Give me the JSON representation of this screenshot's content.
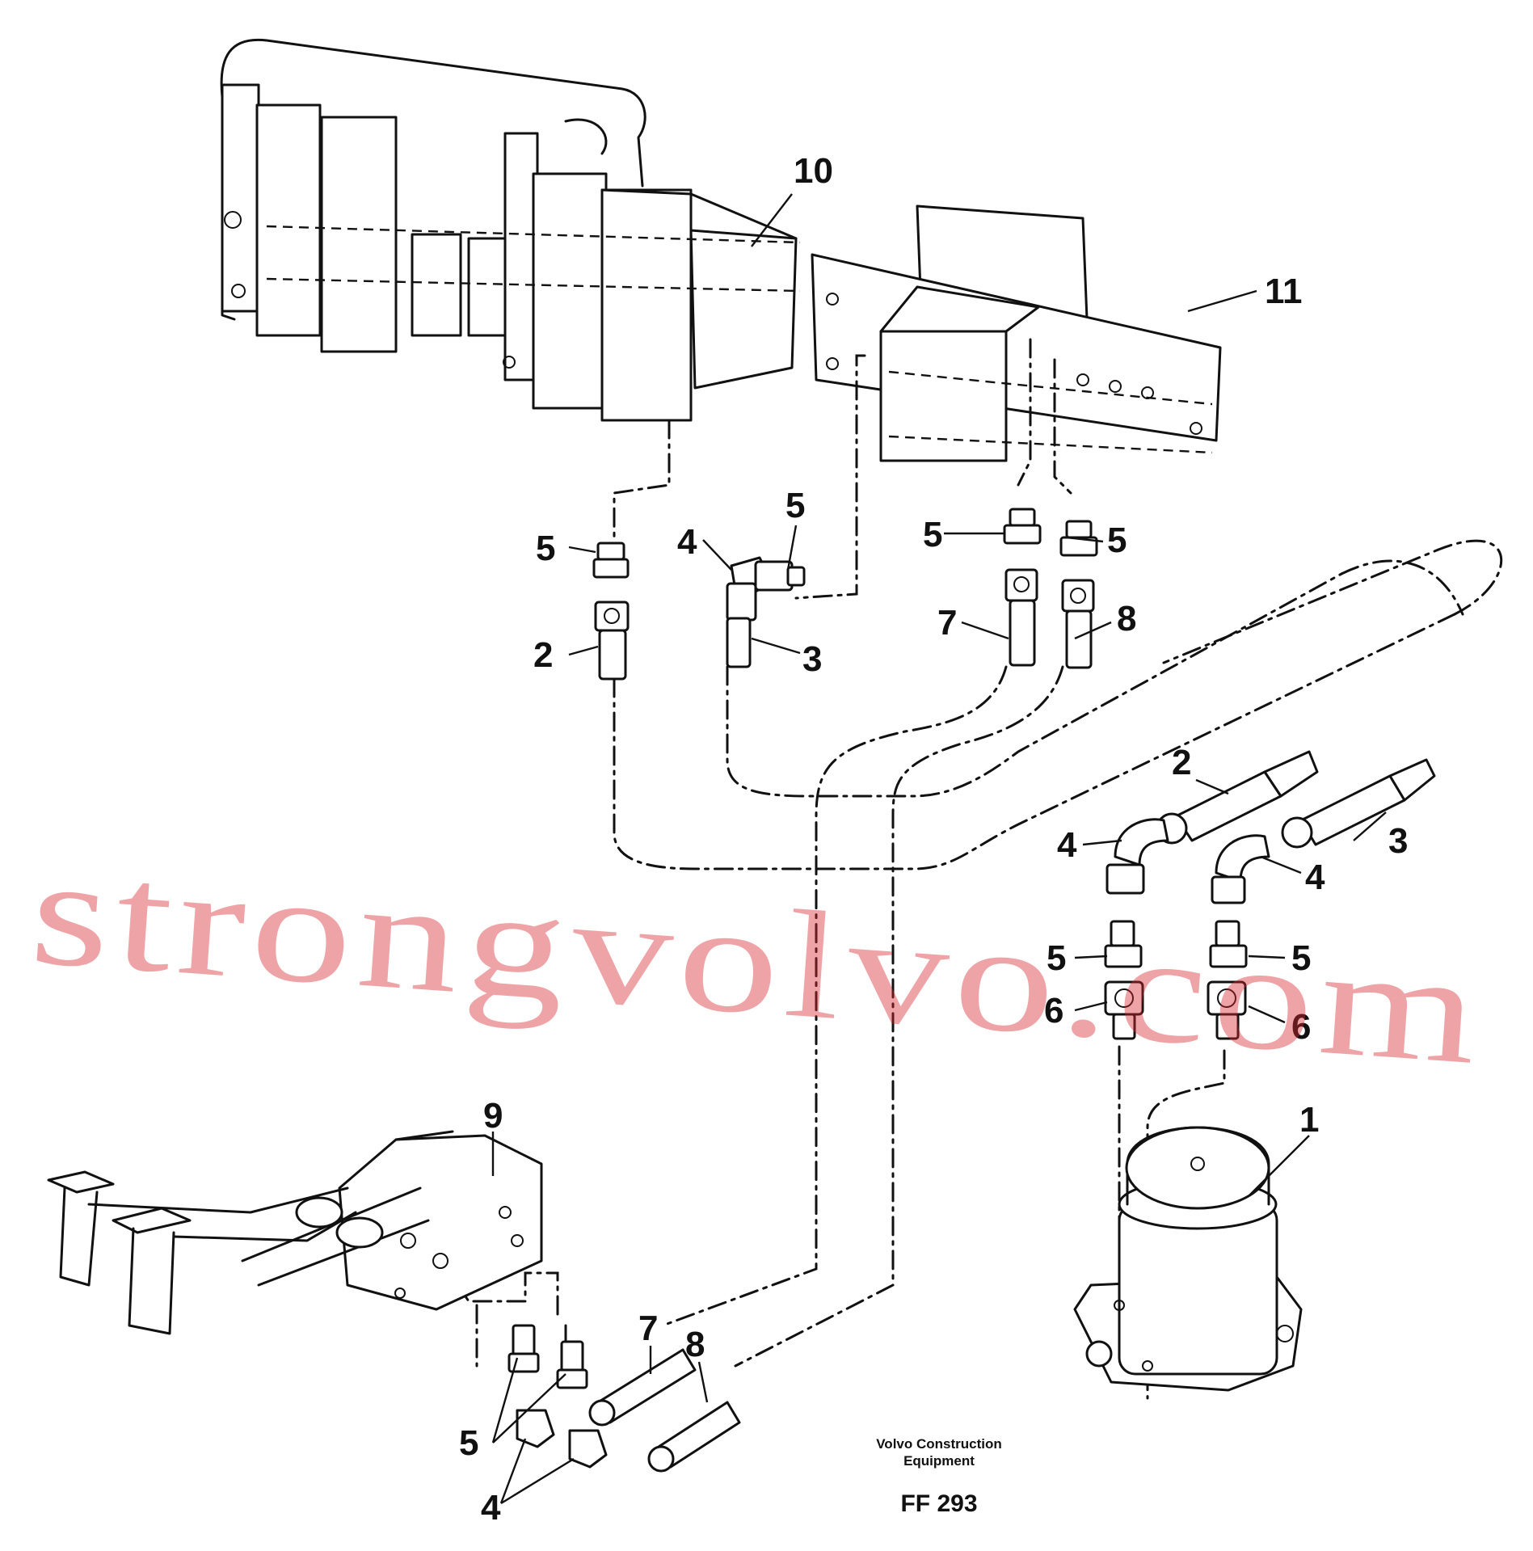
{
  "callouts": {
    "c1": "1",
    "c2a": "2",
    "c2b": "2",
    "c3a": "3",
    "c3b": "3",
    "c4a": "4",
    "c4b": "4",
    "c4c": "4",
    "c4d": "4",
    "c5a": "5",
    "c5b": "5",
    "c5c": "5",
    "c5d": "5",
    "c5e": "5",
    "c5f": "5",
    "c5g": "5",
    "c6a": "6",
    "c6b": "6",
    "c7a": "7",
    "c7b": "7",
    "c8a": "8",
    "c8b": "8",
    "c9": "9",
    "c10": "10",
    "c11": "11"
  },
  "footer": {
    "company_line1": "Volvo Construction",
    "company_line2": "Equipment",
    "figure_code": "FF 293"
  },
  "watermark": "strongvolvo.com"
}
